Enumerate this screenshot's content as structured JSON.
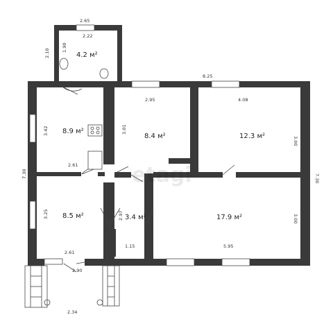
{
  "dimensions": {
    "top_vestibule_outer": "2.65",
    "top_vestibule_inner": "2.22",
    "vestibule_height_outer": "2.10",
    "vestibule_height_inner": "1.90",
    "overall_width": "8.25",
    "bedroom1_width": "2.95",
    "bedroom2_width": "4.08",
    "kitchen_height": "3.42",
    "bedroom1_height": "3.01",
    "bedroom2_height": "3.00",
    "overall_height_left": "7.30",
    "overall_height_right": "7.30",
    "kitchen_width": "2.61",
    "room_left_height": "3.25",
    "hall_height": "2.97",
    "living_height": "3.00",
    "hall_width": "1.15",
    "living_width": "5.95",
    "room_left_width": "2.61",
    "entrance_width": "2.90",
    "porch_width": "2.34"
  },
  "rooms": {
    "vestibule": "4.2 м²",
    "kitchen": "8.9 м²",
    "bedroom1": "8.4 м²",
    "bedroom2": "12.3 м²",
    "room_left": "8.5 м²",
    "hall": "3.4 м²",
    "living": "17.9 м²"
  },
  "watermark": "etagi"
}
